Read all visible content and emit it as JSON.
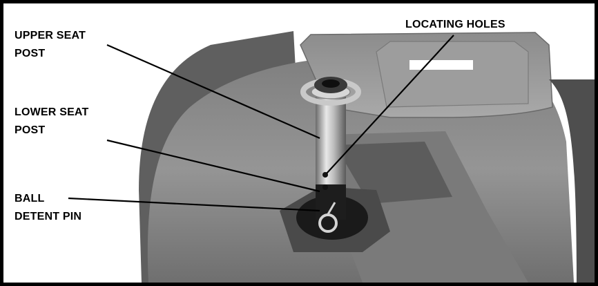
{
  "labels": {
    "upper_seat_post": [
      "UPPER SEAT",
      "POST"
    ],
    "lower_seat_post": [
      "LOWER SEAT",
      "POST"
    ],
    "ball_detent_pin": [
      "BALL",
      "DETENT PIN"
    ],
    "locating_holes": "LOCATING HOLES"
  },
  "colors": {
    "frame": "#000000",
    "text": "#000000",
    "background": "#ffffff"
  }
}
